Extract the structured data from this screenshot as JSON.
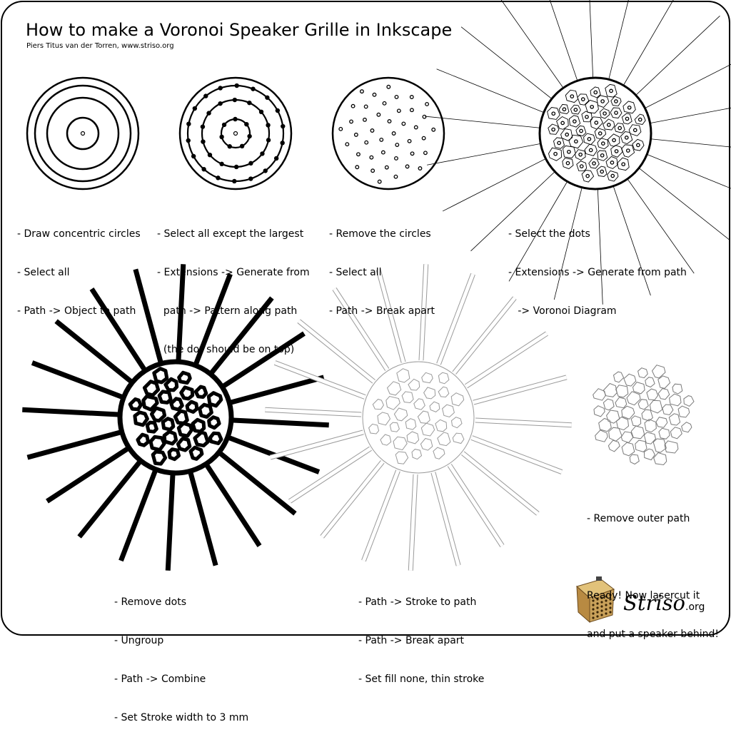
{
  "title": "How to make a Voronoi Speaker Grille in Inkscape",
  "author": "Piers Titus van der Torren, www.striso.org",
  "steps": {
    "s1": [
      "- Draw concentric circles",
      "- Select all",
      "- Path -> Object to path"
    ],
    "s2": [
      "- Select all except the largest",
      "- Extensions -> Generate from",
      "  path -> Pattern along path",
      "  (the dot should be on top)"
    ],
    "s3": [
      "- Remove the circles",
      "- Select all",
      "- Path -> Break apart"
    ],
    "s4": [
      "- Select the dots",
      "- Extensions -> Generate from path",
      "   -> Voronoi Diagram"
    ],
    "s5": [
      "- Remove dots",
      "- Ungroup",
      "- Path -> Combine",
      "- Set Stroke width to 3 mm"
    ],
    "s6": [
      "- Path -> Stroke to path",
      "- Path -> Break apart",
      "- Set fill none, thin stroke"
    ],
    "s7": [
      "- Remove outer path",
      "",
      "Ready! Now lasercut it",
      "and put a speaker behind!"
    ]
  },
  "brand": {
    "name": "Striso",
    "tld": ".org"
  },
  "colors": {
    "ink": "#000000",
    "outline": "#8a8a8a",
    "box_wood": "#c9a15a",
    "box_dark": "#6b4a1e"
  },
  "icons": {
    "logo": "wooden-box-icon"
  }
}
